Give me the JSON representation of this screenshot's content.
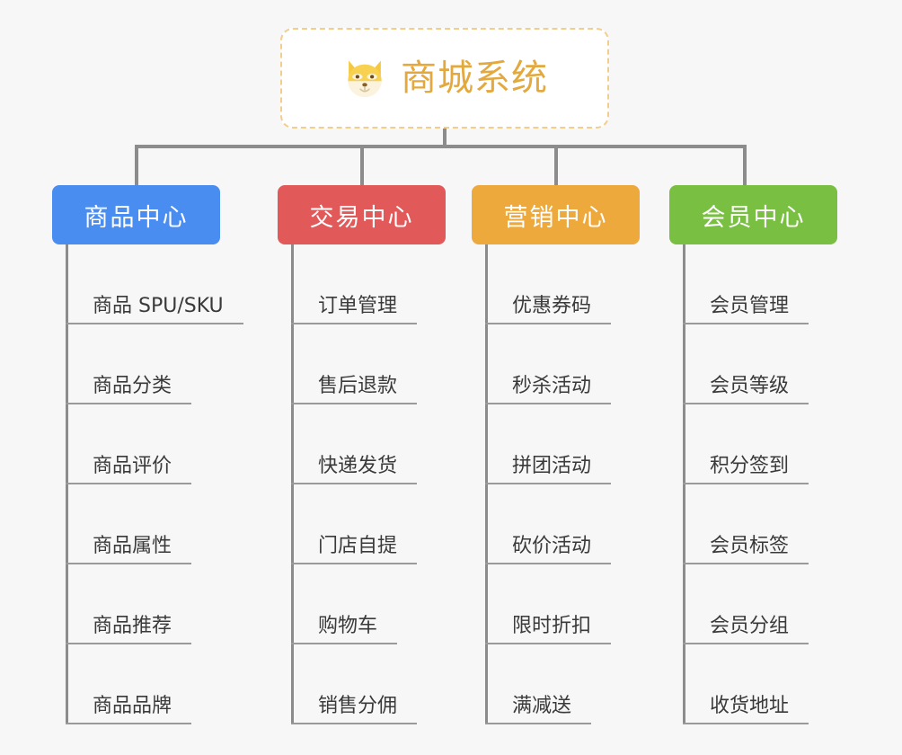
{
  "page": {
    "background_color": "#f7f7f7",
    "line_color": "#8c8c8c"
  },
  "root": {
    "title": "商城系统",
    "icon": "shiba-dog-face",
    "border_color": "#f3cd8a",
    "text_color": "#e3a93e"
  },
  "branches": [
    {
      "label": "商品中心",
      "color": "#4a8df0",
      "items": [
        "商品 SPU/SKU",
        "商品分类",
        "商品评价",
        "商品属性",
        "商品推荐",
        "商品品牌"
      ]
    },
    {
      "label": "交易中心",
      "color": "#e2595a",
      "items": [
        "订单管理",
        "售后退款",
        "快递发货",
        "门店自提",
        "购物车",
        "销售分佣"
      ]
    },
    {
      "label": "营销中心",
      "color": "#eda93c",
      "items": [
        "优惠券码",
        "秒杀活动",
        "拼团活动",
        "砍价活动",
        "限时折扣",
        "满减送"
      ]
    },
    {
      "label": "会员中心",
      "color": "#79bf42",
      "items": [
        "会员管理",
        "会员等级",
        "积分签到",
        "会员标签",
        "会员分组",
        "收货地址"
      ]
    }
  ]
}
